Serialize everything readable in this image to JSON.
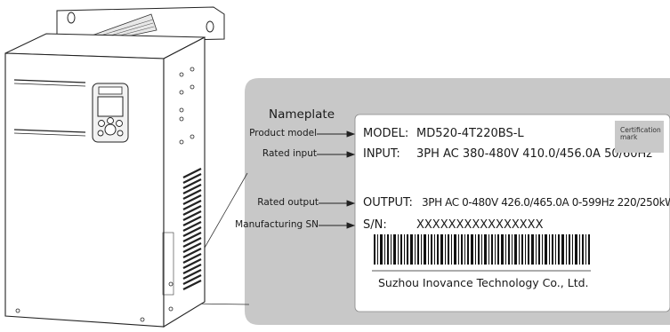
{
  "nameplate": {
    "title": "Nameplate",
    "callouts": {
      "product_model": "Product model",
      "rated_input": "Rated input",
      "rated_output": "Rated output",
      "manufacturing_sn": "Manufacturing SN"
    },
    "model_label": "MODEL:",
    "model_value": "MD520-4T220BS-L",
    "input_label": "INPUT:",
    "input_value": "3PH AC 380-480V 410.0/456.0A 50/60Hz",
    "output_label": "OUTPUT:",
    "output_value": "3PH AC 0-480V 426.0/465.0A 0-599Hz 220/250kW",
    "sn_label": "S/N:",
    "sn_value": "XXXXXXXXXXXXXXXX",
    "manufacturer": "Suzhou Inovance Technology Co., Ltd.",
    "certification_mark": "Certification mark"
  }
}
